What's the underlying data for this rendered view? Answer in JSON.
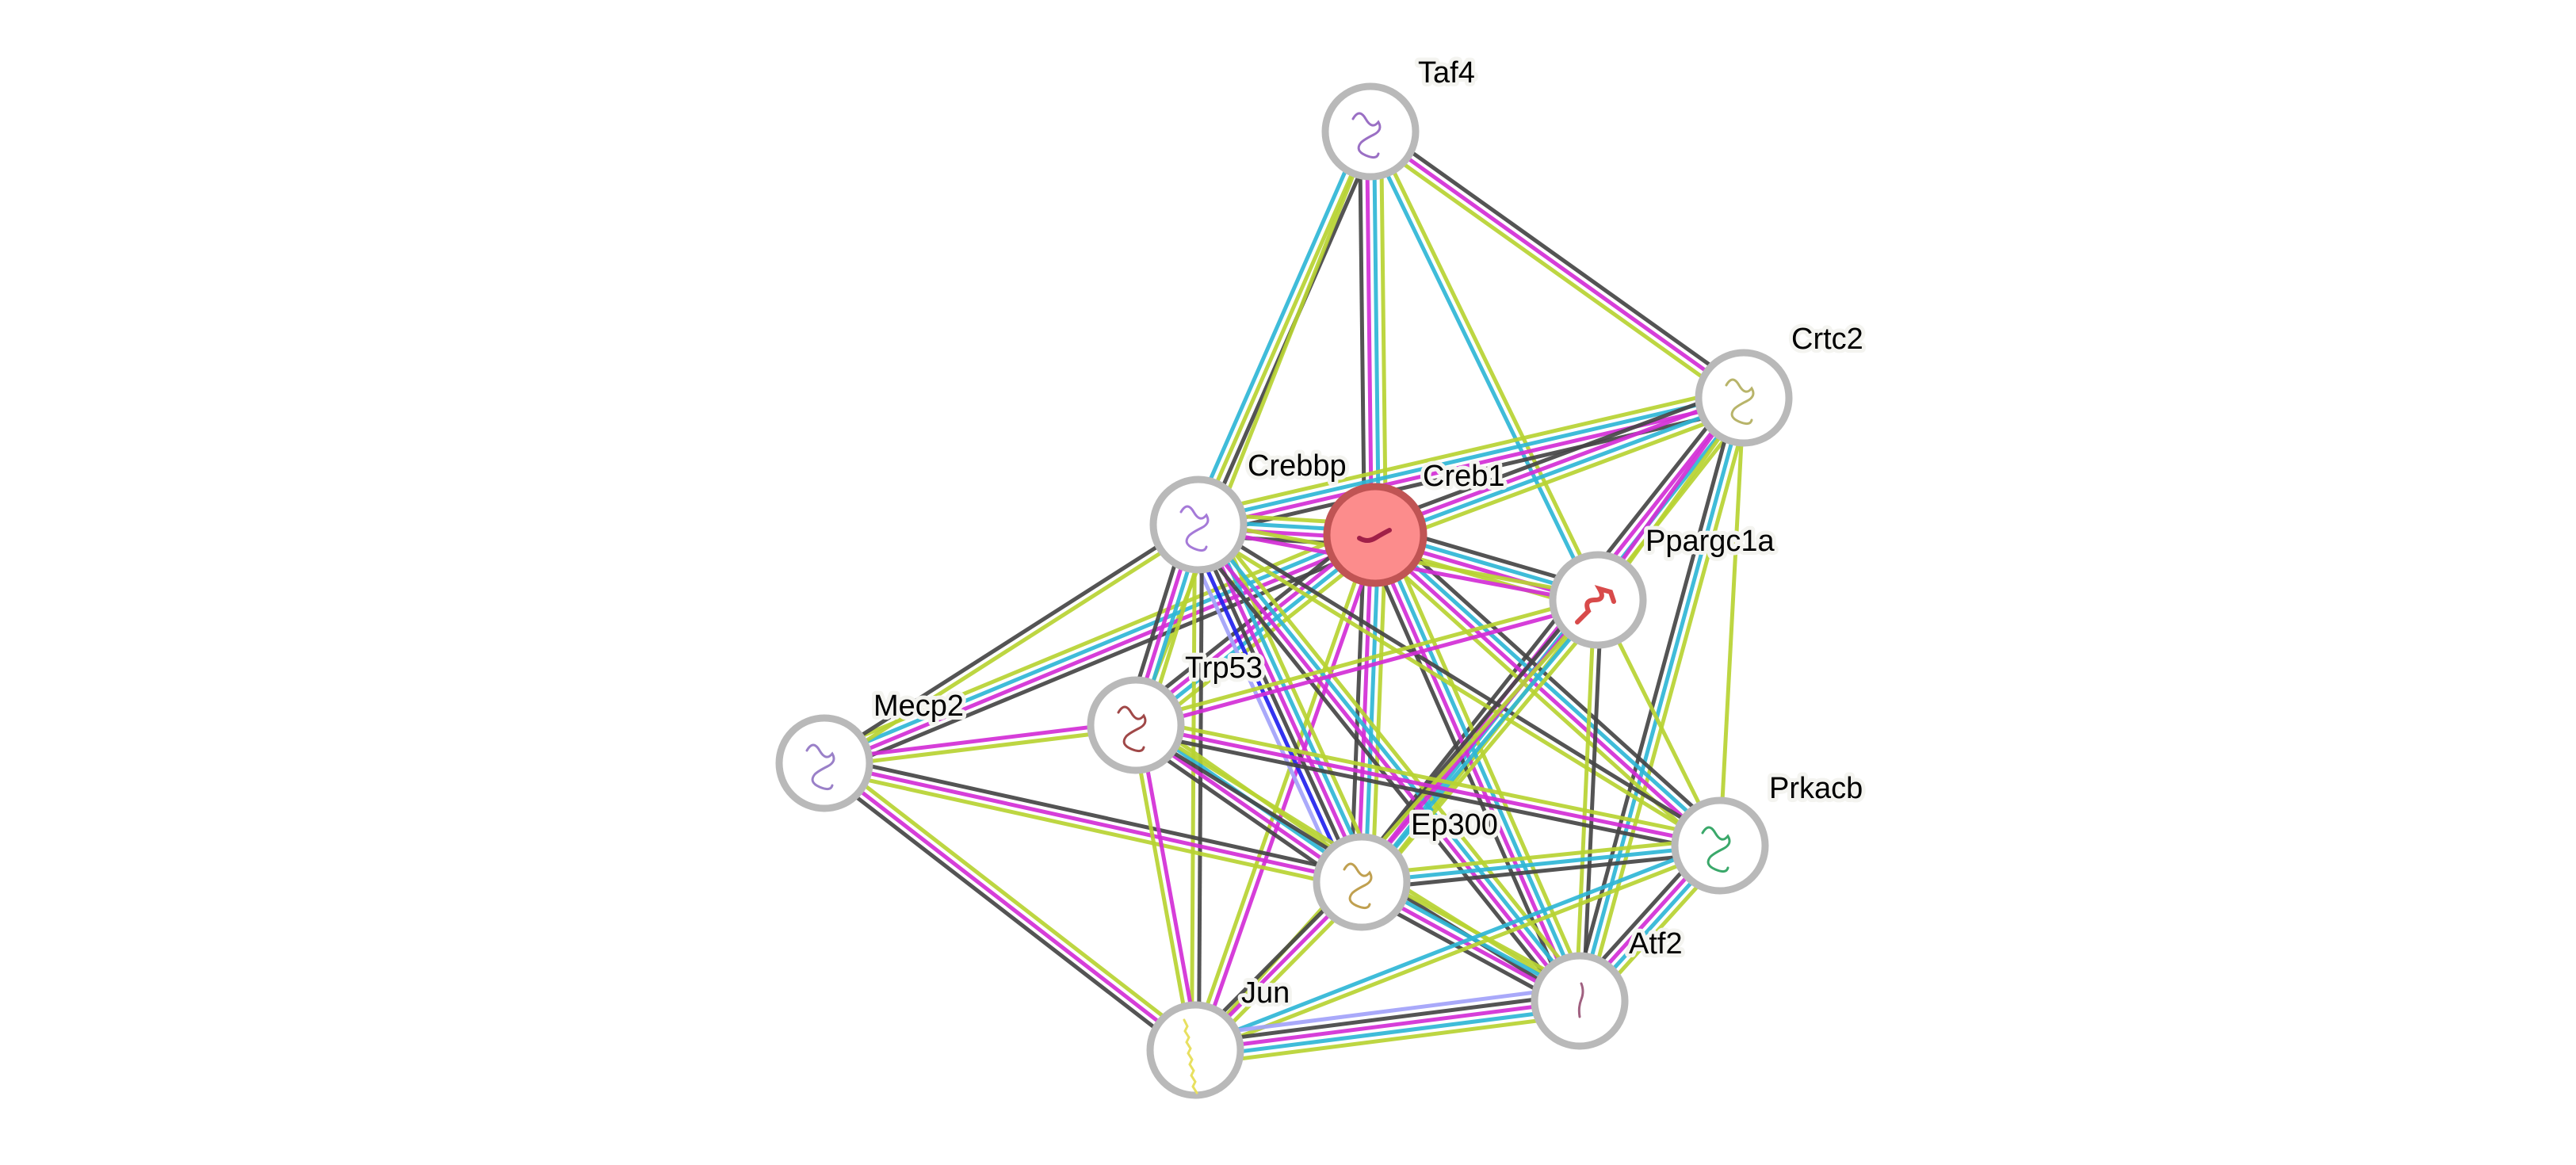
{
  "title": "Protein interaction network",
  "query_node": "Creb1",
  "edge_colors": {
    "textmining": "#b7d332",
    "database": "#2fb6d6",
    "experiments": "#d22ed6",
    "coexpression": "#454545",
    "fusion": "#2222ee",
    "homology": "#a2a2fa"
  },
  "node_style": {
    "ring": "#b9b9b9",
    "fill": "#ffffff",
    "query_fill": "#fc8c8c",
    "query_ring": "#c05454"
  },
  "nodes": [
    {
      "id": "Taf4",
      "label": "Taf4",
      "query": false,
      "glyph": "#9a6fc4"
    },
    {
      "id": "Crtc2",
      "label": "Crtc2",
      "query": false,
      "glyph": "#b8b46a"
    },
    {
      "id": "Creb1",
      "label": "Creb1",
      "query": true,
      "glyph": "#a02048"
    },
    {
      "id": "Crebbp",
      "label": "Crebbp",
      "query": false,
      "glyph": "#a57ad8"
    },
    {
      "id": "Ppargc1a",
      "label": "Ppargc1a",
      "query": false,
      "glyph": "#d84a4a"
    },
    {
      "id": "Mecp2",
      "label": "Mecp2",
      "query": false,
      "glyph": "#9a80c8"
    },
    {
      "id": "Trp53",
      "label": "Trp53",
      "query": false,
      "glyph": "#a04848"
    },
    {
      "id": "Ep300",
      "label": "Ep300",
      "query": false,
      "glyph": "#c0a050"
    },
    {
      "id": "Prkacb",
      "label": "Prkacb",
      "query": false,
      "glyph": "#3aa86a"
    },
    {
      "id": "Atf2",
      "label": "Atf2",
      "query": false,
      "glyph": "#a06080"
    },
    {
      "id": "Jun",
      "label": "Jun",
      "query": false,
      "glyph": "#e8e060"
    }
  ],
  "edges": [
    {
      "a": "Taf4",
      "b": "Creb1",
      "types": [
        "textmining",
        "database",
        "experiments",
        "coexpression"
      ]
    },
    {
      "a": "Taf4",
      "b": "Crebbp",
      "types": [
        "coexpression",
        "textmining",
        "database"
      ]
    },
    {
      "a": "Taf4",
      "b": "Trp53",
      "types": [
        "textmining"
      ]
    },
    {
      "a": "Taf4",
      "b": "Crtc2",
      "types": [
        "coexpression",
        "experiments",
        "textmining"
      ]
    },
    {
      "a": "Taf4",
      "b": "Ppargc1a",
      "types": [
        "textmining",
        "database"
      ]
    },
    {
      "a": "Crtc2",
      "b": "Crebbp",
      "types": [
        "coexpression",
        "experiments",
        "database",
        "textmining"
      ]
    },
    {
      "a": "Crtc2",
      "b": "Creb1",
      "types": [
        "textmining",
        "database",
        "experiments",
        "coexpression"
      ]
    },
    {
      "a": "Crtc2",
      "b": "Ep300",
      "types": [
        "textmining",
        "database",
        "experiments",
        "coexpression"
      ]
    },
    {
      "a": "Crtc2",
      "b": "Atf2",
      "types": [
        "textmining",
        "database",
        "coexpression"
      ]
    },
    {
      "a": "Crtc2",
      "b": "Prkacb",
      "types": [
        "textmining"
      ]
    },
    {
      "a": "Crtc2",
      "b": "Ppargc1a",
      "types": [
        "textmining",
        "experiments"
      ]
    },
    {
      "a": "Creb1",
      "b": "Crebbp",
      "types": [
        "coexpression",
        "experiments",
        "database",
        "textmining"
      ]
    },
    {
      "a": "Creb1",
      "b": "Ppargc1a",
      "types": [
        "coexpression",
        "database",
        "experiments",
        "textmining"
      ]
    },
    {
      "a": "Creb1",
      "b": "Mecp2",
      "types": [
        "coexpression",
        "experiments",
        "database",
        "textmining"
      ]
    },
    {
      "a": "Creb1",
      "b": "Trp53",
      "types": [
        "textmining",
        "database",
        "experiments",
        "coexpression"
      ]
    },
    {
      "a": "Creb1",
      "b": "Ep300",
      "types": [
        "textmining",
        "database",
        "experiments",
        "coexpression"
      ]
    },
    {
      "a": "Creb1",
      "b": "Prkacb",
      "types": [
        "coexpression",
        "database",
        "experiments",
        "textmining"
      ]
    },
    {
      "a": "Creb1",
      "b": "Atf2",
      "types": [
        "textmining",
        "database",
        "experiments",
        "coexpression"
      ]
    },
    {
      "a": "Creb1",
      "b": "Jun",
      "types": [
        "experiments",
        "textmining"
      ]
    },
    {
      "a": "Crebbp",
      "b": "Ppargc1a",
      "types": [
        "textmining",
        "experiments"
      ]
    },
    {
      "a": "Crebbp",
      "b": "Mecp2",
      "types": [
        "textmining",
        "coexpression"
      ]
    },
    {
      "a": "Crebbp",
      "b": "Trp53",
      "types": [
        "textmining",
        "database",
        "experiments",
        "coexpression"
      ]
    },
    {
      "a": "Crebbp",
      "b": "Ep300",
      "types": [
        "textmining",
        "database",
        "experiments",
        "coexpression",
        "fusion",
        "homology"
      ]
    },
    {
      "a": "Crebbp",
      "b": "Prkacb",
      "types": [
        "coexpression",
        "textmining"
      ]
    },
    {
      "a": "Crebbp",
      "b": "Atf2",
      "types": [
        "textmining",
        "database",
        "experiments",
        "coexpression"
      ]
    },
    {
      "a": "Crebbp",
      "b": "Jun",
      "types": [
        "coexpression",
        "textmining"
      ]
    },
    {
      "a": "Ppargc1a",
      "b": "Ep300",
      "types": [
        "textmining",
        "database",
        "experiments",
        "coexpression"
      ]
    },
    {
      "a": "Ppargc1a",
      "b": "Trp53",
      "types": [
        "experiments",
        "textmining"
      ]
    },
    {
      "a": "Ppargc1a",
      "b": "Atf2",
      "types": [
        "coexpression",
        "textmining"
      ]
    },
    {
      "a": "Ppargc1a",
      "b": "Prkacb",
      "types": [
        "textmining"
      ]
    },
    {
      "a": "Ppargc1a",
      "b": "Jun",
      "types": [
        "textmining"
      ]
    },
    {
      "a": "Mecp2",
      "b": "Trp53",
      "types": [
        "experiments",
        "textmining"
      ]
    },
    {
      "a": "Mecp2",
      "b": "Ep300",
      "types": [
        "coexpression",
        "experiments",
        "textmining"
      ]
    },
    {
      "a": "Mecp2",
      "b": "Jun",
      "types": [
        "textmining",
        "experiments",
        "coexpression"
      ]
    },
    {
      "a": "Trp53",
      "b": "Ep300",
      "types": [
        "textmining",
        "database",
        "experiments",
        "coexpression"
      ]
    },
    {
      "a": "Trp53",
      "b": "Prkacb",
      "types": [
        "textmining",
        "experiments",
        "coexpression"
      ]
    },
    {
      "a": "Trp53",
      "b": "Atf2",
      "types": [
        "textmining",
        "coexpression"
      ]
    },
    {
      "a": "Trp53",
      "b": "Jun",
      "types": [
        "experiments",
        "textmining"
      ]
    },
    {
      "a": "Ep300",
      "b": "Prkacb",
      "types": [
        "textmining",
        "database",
        "coexpression"
      ]
    },
    {
      "a": "Ep300",
      "b": "Atf2",
      "types": [
        "textmining",
        "database",
        "experiments",
        "coexpression"
      ]
    },
    {
      "a": "Ep300",
      "b": "Jun",
      "types": [
        "textmining",
        "experiments",
        "coexpression"
      ]
    },
    {
      "a": "Prkacb",
      "b": "Atf2",
      "types": [
        "textmining",
        "database",
        "experiments",
        "coexpression"
      ]
    },
    {
      "a": "Prkacb",
      "b": "Jun",
      "types": [
        "textmining",
        "database"
      ]
    },
    {
      "a": "Atf2",
      "b": "Jun",
      "types": [
        "textmining",
        "database",
        "experiments",
        "coexpression",
        "homology"
      ]
    }
  ]
}
